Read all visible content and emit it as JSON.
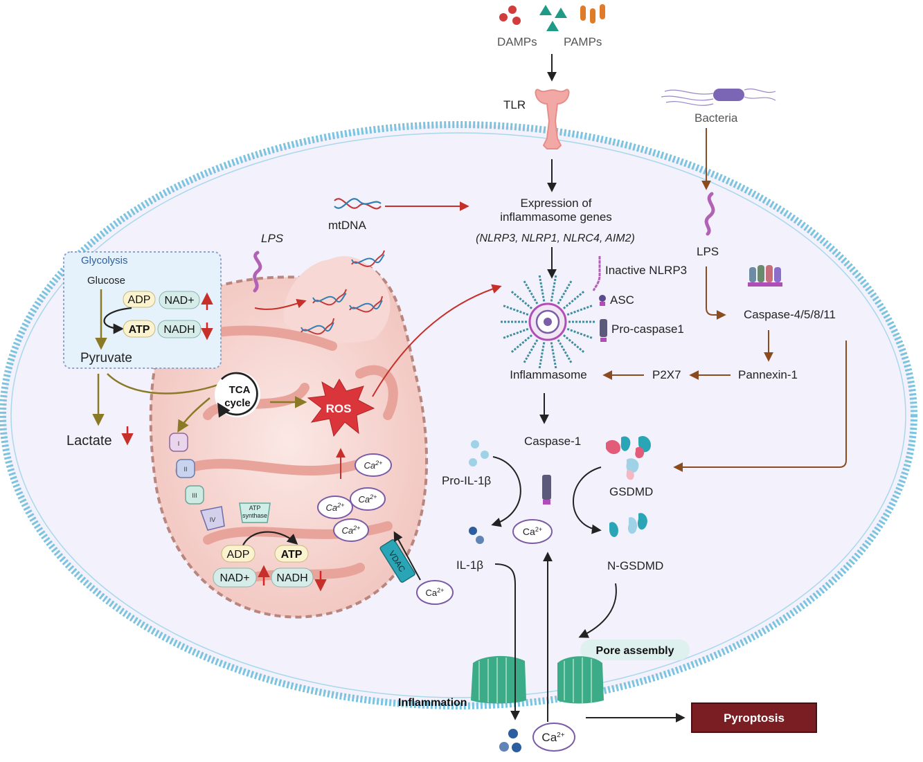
{
  "top": {
    "damps": "DAMPs",
    "pamps": "PAMPs",
    "tlr": "TLR",
    "bacteria": "Bacteria"
  },
  "expression": {
    "line1": "Expression of",
    "line2": "inflammasome genes",
    "genes": "(NLRP3, NLRP1, NLRC4, AIM2)"
  },
  "mtdna": "mtDNA",
  "lps_mito": "LPS",
  "lps_right": "LPS",
  "glycolysis": {
    "title": "Glycolysis",
    "glucose": "Glucose",
    "adp": "ADP",
    "nad": "NAD+",
    "atp": "ATP",
    "nadh": "NADH",
    "pyruvate": "Pyruvate"
  },
  "lactate": "Lactate",
  "tca": {
    "line1": "TCA",
    "line2": "cycle"
  },
  "ros": "ROS",
  "etc": {
    "complex1": "I",
    "complex2": "II",
    "complex3": "III",
    "complex4": "IV"
  },
  "atp_synthase": {
    "line1": "ATP",
    "line2": "synthase"
  },
  "mito_pills": {
    "adp": "ADP",
    "atp": "ATP",
    "nad": "NAD+",
    "nadh": "NADH"
  },
  "vdac": "VDAC",
  "ca": {
    "base": "Ca",
    "sup": "2+"
  },
  "inflammasome": {
    "label": "Inflammasome",
    "inactive_nlrp3": "Inactive NLRP3",
    "asc": "ASC",
    "pro_caspase1": "Pro-caspase1"
  },
  "noncanonical": {
    "caspase": "Caspase-4/5/8/11",
    "pannexin": "Pannexin-1",
    "p2x7": "P2X7"
  },
  "caspase1": "Caspase-1",
  "pro_il1b": "Pro-IL-1β",
  "il1b": "IL-1β",
  "gsdmd": "GSDMD",
  "n_gsdmd": "N-GSDMD",
  "pore_assembly": "Pore assembly",
  "inflammation": "Inflammation",
  "pyroptosis": "Pyroptosis",
  "colors": {
    "membrane": "#7cc3e0",
    "cytoplasm": "#f3f1fb",
    "mito": "#f5d3cf",
    "mito_border": "#b8857f",
    "glyco_box": "#e6f2fb",
    "ros": "#d9353b",
    "pyroptosis": "#7a1e23",
    "brown_arrow": "#8a4b1f",
    "olive_arrow": "#8a7a25",
    "red_arrow": "#c62f2a",
    "ca_ring": "#7b5ba6"
  }
}
